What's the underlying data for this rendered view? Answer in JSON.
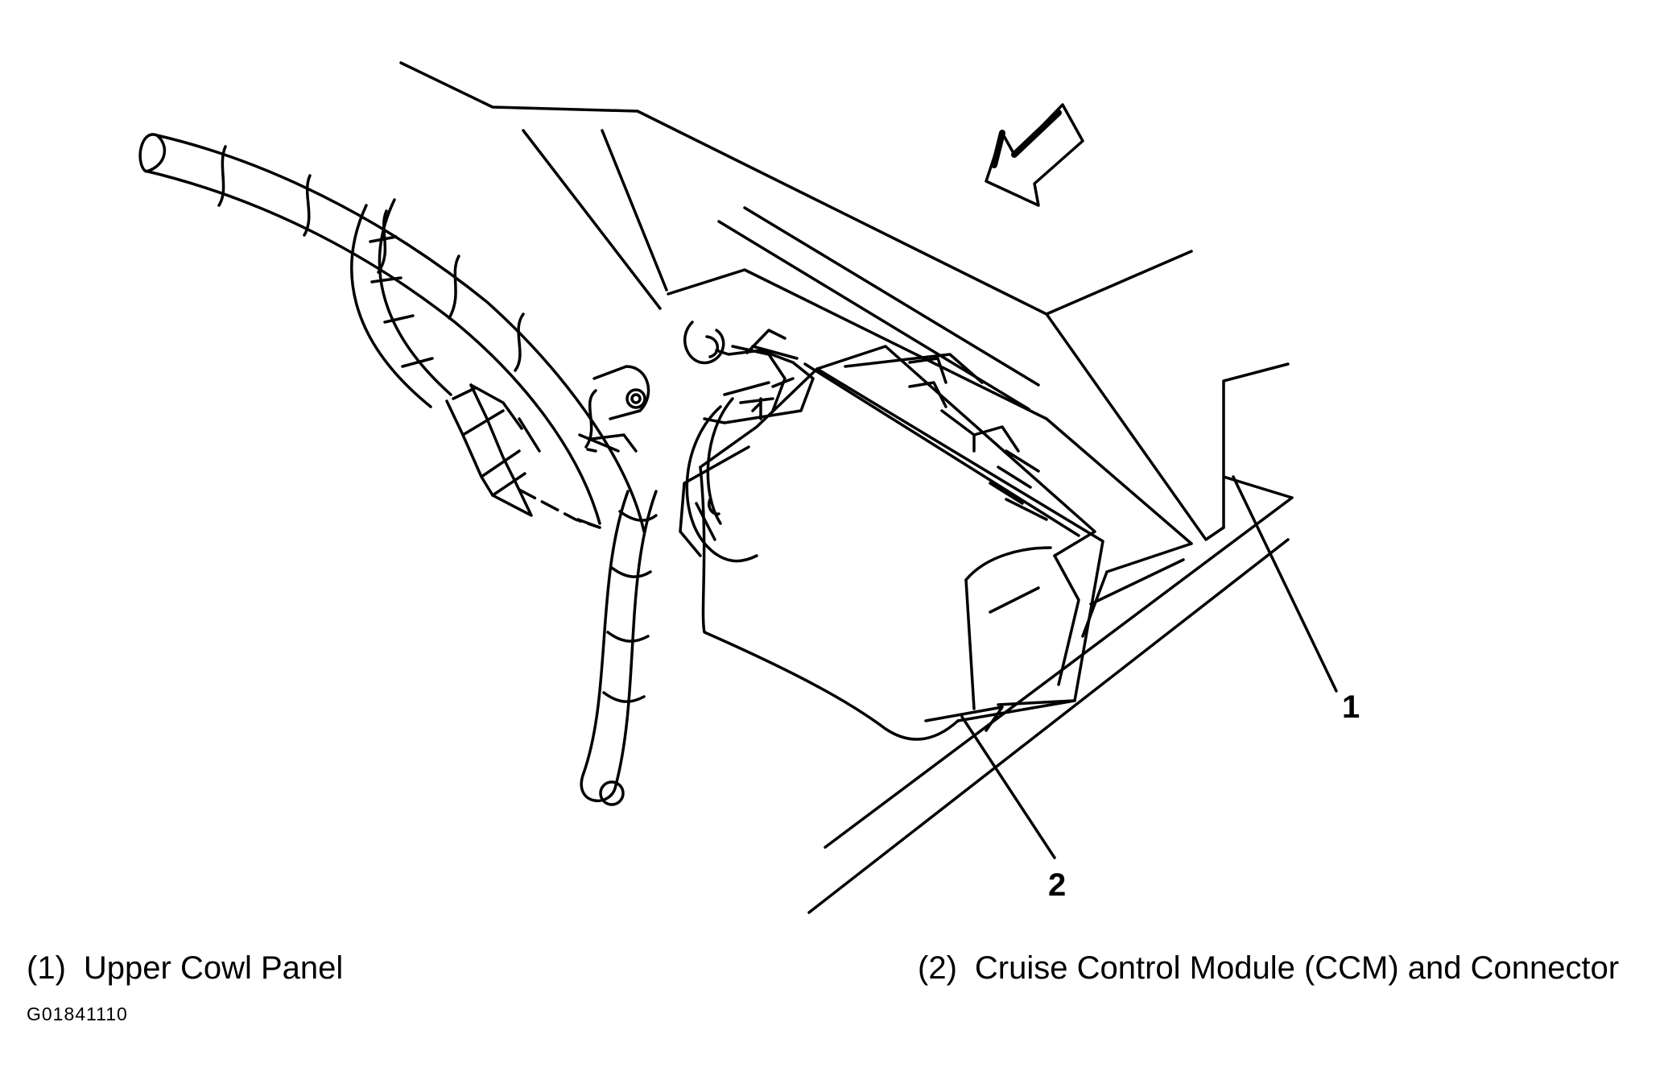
{
  "figure": {
    "callouts": [
      {
        "id": "1",
        "label": "1"
      },
      {
        "id": "2",
        "label": "2"
      }
    ],
    "legend": [
      {
        "number": "(1)",
        "text": "Upper Cowl Panel"
      },
      {
        "number": "(2)",
        "text": "Cruise Control Module (CCM) and Connector"
      }
    ],
    "figure_id": "G01841110"
  },
  "colors": {
    "line": "#000000",
    "background": "#ffffff"
  }
}
